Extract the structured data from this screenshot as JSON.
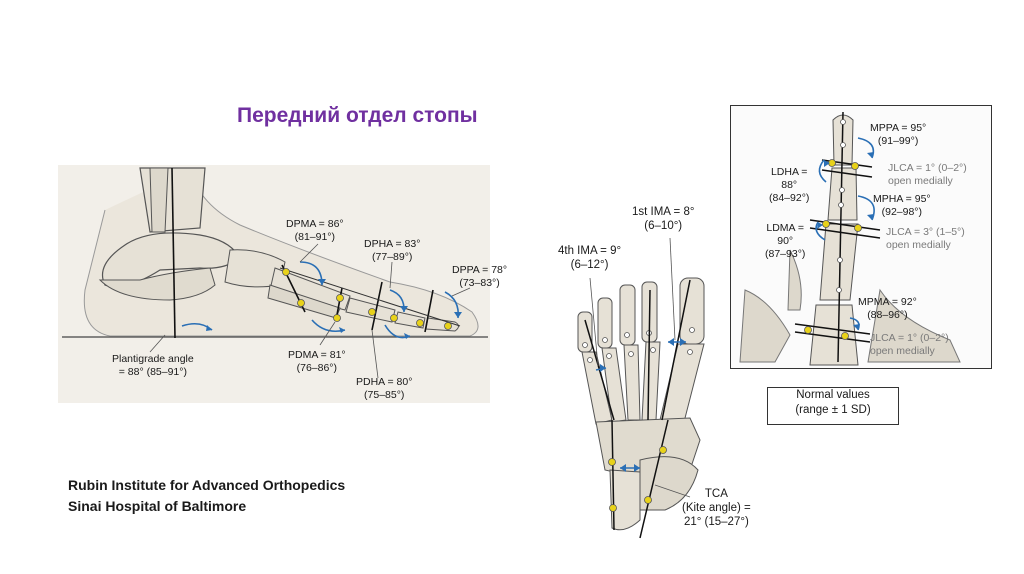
{
  "slide": {
    "title": "Передний отдел стопы",
    "credit_line1": "Rubin Institute for Advanced Orthopedics",
    "credit_line2": "Sinai Hospital of Baltimore"
  },
  "lateral": {
    "dpma": {
      "name": "DPMA = 86°",
      "range": "(81–91°)"
    },
    "dpha": {
      "name": "DPHA = 83°",
      "range": "(77–89°)"
    },
    "dppa": {
      "name": "DPPA = 78°",
      "range": "(73–83°)"
    },
    "pdma": {
      "name": "PDMA = 81°",
      "range": "(76–86°)"
    },
    "pdha": {
      "name": "PDHA = 80°",
      "range": "(75–85°)"
    },
    "plantigrade": {
      "name": "Plantigrade angle",
      "range": "= 88° (85–91°)"
    }
  },
  "dorsal": {
    "ima1": {
      "name": "1st IMA = 8°",
      "range": "(6–10°)"
    },
    "ima4": {
      "name": "4th IMA = 9°",
      "range": "(6–12°)"
    },
    "tca": {
      "name": "TCA",
      "sub": "(Kite angle) =",
      "range": "21° (15–27°)"
    },
    "normal_values": {
      "line1": "Normal values",
      "line2": "(range ± 1 SD)"
    }
  },
  "toe": {
    "mppa": {
      "name": "MPPA = 95°",
      "range": "(91–99°)"
    },
    "ldha": {
      "name": "LDHA =",
      "value": "88°",
      "range": "(84–92°)"
    },
    "jlca1": {
      "name": "JLCA = 1° (0–2°)",
      "note": "open medially"
    },
    "mpha": {
      "name": "MPHA = 95°",
      "range": "(92–98°)"
    },
    "ldma": {
      "name": "LDMA =",
      "value": "90°",
      "range": "(87–93°)"
    },
    "jlca2": {
      "name": "JLCA = 3° (1–5°)",
      "note": "open medially"
    },
    "mpma": {
      "name": "MPMA = 92°",
      "range": "(88–96°)"
    },
    "jlca3": {
      "name": "JLCA = 1° (0–2°)",
      "note": "open medially"
    }
  },
  "colors": {
    "title": "#7030a0",
    "arrow": "#2a6fb5",
    "marker": "#e8d21a",
    "bone": "#e6e1d6",
    "outline": "#555555"
  }
}
